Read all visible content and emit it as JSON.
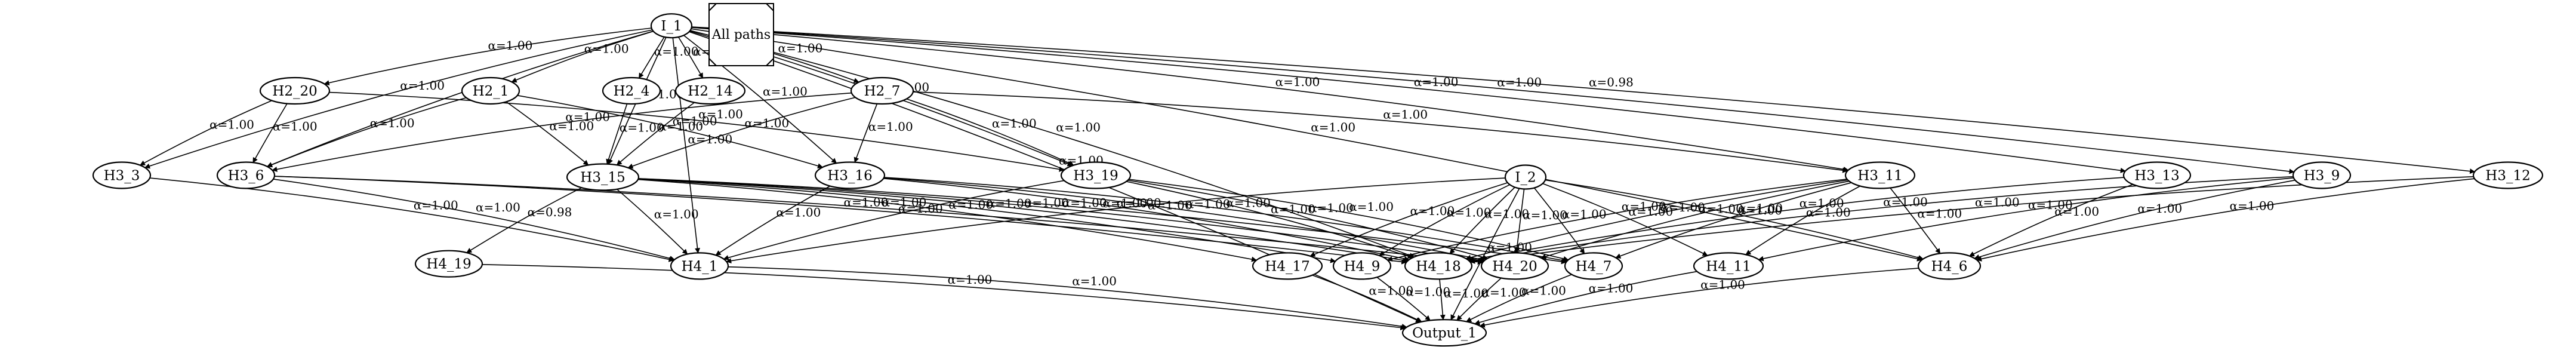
{
  "legend": {
    "label": "All paths"
  },
  "nodes": [
    {
      "id": "I_1",
      "label": "I_1"
    },
    {
      "id": "I_2",
      "label": "I_2"
    },
    {
      "id": "H2_20",
      "label": "H2_20"
    },
    {
      "id": "H2_1",
      "label": "H2_1"
    },
    {
      "id": "H2_4",
      "label": "H2_4"
    },
    {
      "id": "H2_14",
      "label": "H2_14"
    },
    {
      "id": "H2_7",
      "label": "H2_7"
    },
    {
      "id": "H3_3",
      "label": "H3_3"
    },
    {
      "id": "H3_6",
      "label": "H3_6"
    },
    {
      "id": "H3_15",
      "label": "H3_15"
    },
    {
      "id": "H3_16",
      "label": "H3_16"
    },
    {
      "id": "H3_19",
      "label": "H3_19"
    },
    {
      "id": "H3_11",
      "label": "H3_11"
    },
    {
      "id": "H3_13",
      "label": "H3_13"
    },
    {
      "id": "H3_9",
      "label": "H3_9"
    },
    {
      "id": "H3_12",
      "label": "H3_12"
    },
    {
      "id": "H4_19",
      "label": "H4_19"
    },
    {
      "id": "H4_1",
      "label": "H4_1"
    },
    {
      "id": "H4_17",
      "label": "H4_17"
    },
    {
      "id": "H4_9",
      "label": "H4_9"
    },
    {
      "id": "H4_18",
      "label": "H4_18"
    },
    {
      "id": "H4_20",
      "label": "H4_20"
    },
    {
      "id": "H4_7",
      "label": "H4_7"
    },
    {
      "id": "H4_11",
      "label": "H4_11"
    },
    {
      "id": "H4_6",
      "label": "H4_6"
    },
    {
      "id": "Output_1",
      "label": "Output_1"
    }
  ],
  "edges": [
    {
      "from": "I_1",
      "to": "Output_1",
      "label": "α=1.00"
    },
    {
      "from": "I_1",
      "to": "H3_3",
      "label": "α=1.00"
    },
    {
      "from": "I_1",
      "to": "H4_1",
      "label": "α=1.00"
    },
    {
      "from": "I_1",
      "to": "H3_6",
      "label": "α=1.00"
    },
    {
      "from": "I_1",
      "to": "H2_20",
      "label": "α=1.00"
    },
    {
      "from": "I_1",
      "to": "H4_18",
      "label": "α=1.00"
    },
    {
      "from": "I_1",
      "to": "H2_1",
      "label": "α=1.00"
    },
    {
      "from": "I_1",
      "to": "H3_15",
      "label": "α=1.00"
    },
    {
      "from": "I_1",
      "to": "H2_4",
      "label": "α=1.00"
    },
    {
      "from": "I_1",
      "to": "H2_14",
      "label": "α=1.00"
    },
    {
      "from": "I_1",
      "to": "H3_16",
      "label": "α=1.00"
    },
    {
      "from": "I_1",
      "to": "H2_7",
      "label": "α=1.00"
    },
    {
      "from": "I_1",
      "to": "H3_19",
      "label": "α=1.00"
    },
    {
      "from": "I_1",
      "to": "H3_11",
      "label": "α=1.00"
    },
    {
      "from": "I_1",
      "to": "H3_13",
      "label": "α=1.00"
    },
    {
      "from": "I_1",
      "to": "H3_9",
      "label": "α=1.00"
    },
    {
      "from": "I_1",
      "to": "H4_6",
      "label": "α=1.00"
    },
    {
      "from": "I_1",
      "to": "H3_12",
      "label": "α=0.98"
    },
    {
      "from": "H2_20",
      "to": "H3_3",
      "label": "α=1.00"
    },
    {
      "from": "H2_20",
      "to": "H3_6",
      "label": "α=1.00"
    },
    {
      "from": "H2_20",
      "to": "H3_19",
      "label": "α=1.00"
    },
    {
      "from": "H2_1",
      "to": "H3_6",
      "label": "α=1.00"
    },
    {
      "from": "H2_1",
      "to": "H3_15",
      "label": "α=1.00"
    },
    {
      "from": "H2_1",
      "to": "H3_16",
      "label": "α=1.00"
    },
    {
      "from": "H2_4",
      "to": "H3_15",
      "label": "α=1.00"
    },
    {
      "from": "H2_14",
      "to": "H3_15",
      "label": "α=1.00"
    },
    {
      "from": "H2_7",
      "to": "H3_6",
      "label": "α=1.00"
    },
    {
      "from": "H2_7",
      "to": "H3_15",
      "label": "α=1.00"
    },
    {
      "from": "H2_7",
      "to": "H3_16",
      "label": "α=1.00"
    },
    {
      "from": "H2_7",
      "to": "H3_19",
      "label": "α=1.00"
    },
    {
      "from": "H2_7",
      "to": "H3_11",
      "label": "α=1.00"
    },
    {
      "from": "H3_3",
      "to": "H4_1",
      "label": "α=1.00"
    },
    {
      "from": "H3_6",
      "to": "H4_1",
      "label": "α=1.00"
    },
    {
      "from": "H3_6",
      "to": "H4_18",
      "label": "α=1.00"
    },
    {
      "from": "H3_6",
      "to": "H4_20",
      "label": "α=1.00"
    },
    {
      "from": "H3_15",
      "to": "H4_19",
      "label": "α=0.98"
    },
    {
      "from": "H3_15",
      "to": "H4_1",
      "label": "α=1.00"
    },
    {
      "from": "H3_15",
      "to": "H4_17",
      "label": "α=1.00"
    },
    {
      "from": "H3_15",
      "to": "H4_9",
      "label": "α=1.00"
    },
    {
      "from": "H3_15",
      "to": "H4_18",
      "label": "α=1.00"
    },
    {
      "from": "H3_15",
      "to": "H4_20",
      "label": "α=1.00"
    },
    {
      "from": "H3_15",
      "to": "H4_7",
      "label": "α=1.00"
    },
    {
      "from": "H3_16",
      "to": "H4_1",
      "label": "α=1.00"
    },
    {
      "from": "H3_16",
      "to": "H4_18",
      "label": "α=1.00"
    },
    {
      "from": "H3_16",
      "to": "H4_20",
      "label": "α=1.00"
    },
    {
      "from": "H3_16",
      "to": "H4_7",
      "label": "α=1.00"
    },
    {
      "from": "H3_19",
      "to": "H4_1",
      "label": "α=1.00"
    },
    {
      "from": "H3_19",
      "to": "H4_18",
      "label": "α=1.00"
    },
    {
      "from": "H3_19",
      "to": "H4_20",
      "label": "α=1.00"
    },
    {
      "from": "H3_19",
      "to": "H4_7",
      "label": "α=1.00"
    },
    {
      "from": "I_2",
      "to": "H4_1",
      "label": "α=1.00"
    },
    {
      "from": "I_2",
      "to": "H4_17",
      "label": "α=1.00"
    },
    {
      "from": "I_2",
      "to": "H4_9",
      "label": "α=1.00"
    },
    {
      "from": "I_2",
      "to": "H4_18",
      "label": "α=1.00"
    },
    {
      "from": "I_2",
      "to": "H4_20",
      "label": "α=1.00"
    },
    {
      "from": "I_2",
      "to": "H4_7",
      "label": "α=1.00"
    },
    {
      "from": "I_2",
      "to": "Output_1",
      "label": "α=1.00"
    },
    {
      "from": "I_2",
      "to": "H4_11",
      "label": "α=1.00"
    },
    {
      "from": "I_2",
      "to": "H4_6",
      "label": "α=1.00"
    },
    {
      "from": "H3_11",
      "to": "H4_9",
      "label": "α=1.00"
    },
    {
      "from": "H3_11",
      "to": "H4_18",
      "label": "α=1.00"
    },
    {
      "from": "H3_11",
      "to": "H4_20",
      "label": "α=1.00"
    },
    {
      "from": "H3_11",
      "to": "H4_7",
      "label": "α=1.00"
    },
    {
      "from": "H3_11",
      "to": "H4_11",
      "label": "α=1.00"
    },
    {
      "from": "H3_11",
      "to": "H4_6",
      "label": "α=1.00"
    },
    {
      "from": "H3_13",
      "to": "H4_18",
      "label": "α=1.00"
    },
    {
      "from": "H3_13",
      "to": "H4_6",
      "label": "α=1.00"
    },
    {
      "from": "H3_9",
      "to": "H4_18",
      "label": "α=1.00"
    },
    {
      "from": "H3_9",
      "to": "H4_11",
      "label": "α=1.00"
    },
    {
      "from": "H3_9",
      "to": "H4_6",
      "label": "α=1.00"
    },
    {
      "from": "H3_12",
      "to": "H4_18",
      "label": "α=1.00"
    },
    {
      "from": "H3_12",
      "to": "H4_6",
      "label": "α=1.00"
    },
    {
      "from": "H4_19",
      "to": "Output_1",
      "label": "α=1.00"
    },
    {
      "from": "H4_1",
      "to": "Output_1",
      "label": "α=1.00"
    },
    {
      "from": "H4_17",
      "to": "Output_1",
      "label": "α=1.00"
    },
    {
      "from": "H4_9",
      "to": "Output_1",
      "label": "α=1.00"
    },
    {
      "from": "H4_18",
      "to": "Output_1",
      "label": "α=1.00"
    },
    {
      "from": "H4_20",
      "to": "Output_1",
      "label": "α=1.00"
    },
    {
      "from": "H4_7",
      "to": "Output_1",
      "label": "α=1.00"
    },
    {
      "from": "H4_11",
      "to": "Output_1",
      "label": "α=1.00"
    },
    {
      "from": "H4_6",
      "to": "Output_1",
      "label": "α=1.00"
    }
  ]
}
